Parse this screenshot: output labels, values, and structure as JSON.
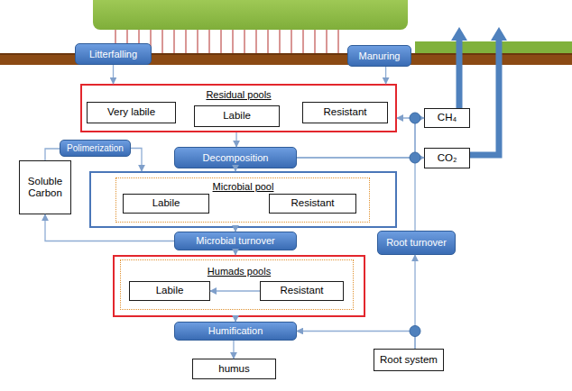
{
  "diagram": {
    "nodes": [
      {
        "text": [
          "Litterfalling"
        ]
      },
      {
        "text": [
          "Manuring"
        ]
      },
      {
        "text": [
          "Residual pools"
        ]
      },
      {
        "text": [
          "Very labile"
        ],
        "in": 2
      },
      {
        "text": [
          "Labile"
        ],
        "in": 2
      },
      {
        "text": [
          "Resistant"
        ],
        "in": 2
      },
      {
        "text": [
          "CH₄"
        ]
      },
      {
        "text": [
          "Polimerization"
        ]
      },
      {
        "text": [
          "Decomposition"
        ]
      },
      {
        "text": [
          "CO₂"
        ]
      },
      {
        "text": [
          "Soluble Carbon"
        ]
      },
      {
        "text": [
          "Microbial pool"
        ]
      },
      {
        "text": [
          "Labile"
        ],
        "in": 11
      },
      {
        "text": [
          "Resistant"
        ],
        "in": 11
      },
      {
        "text": [
          "Microbial turnover"
        ]
      },
      {
        "text": [
          "Root turnover"
        ]
      },
      {
        "text": [
          "Humads pools"
        ]
      },
      {
        "text": [
          "Labile"
        ],
        "in": 16
      },
      {
        "text": [
          "Resistant"
        ],
        "in": 16
      },
      {
        "text": [
          "Humification"
        ]
      },
      {
        "text": [
          "Root system"
        ]
      },
      {
        "text": [
          "humus"
        ]
      }
    ],
    "edges": [
      {
        "from": 0,
        "to": 2,
        "arrow": "to"
      },
      {
        "from": 1,
        "to": 2,
        "arrow": "to"
      },
      {
        "from": 2,
        "to": 8,
        "arrow": "to"
      },
      {
        "from": 8,
        "to": 11,
        "arrow": "to"
      },
      {
        "from": 8,
        "to": 9,
        "arrow": "to"
      },
      {
        "from": 8,
        "to": 6,
        "arrow": "to"
      },
      {
        "from": 10,
        "to": 7,
        "arrow": "none"
      },
      {
        "from": 7,
        "to": 11,
        "arrow": "to"
      },
      {
        "from": 11,
        "to": 14,
        "arrow": "to"
      },
      {
        "from": 14,
        "to": 16,
        "arrow": "to"
      },
      {
        "from": 14,
        "to": 10,
        "arrow": "to"
      },
      {
        "from": 18,
        "to": 17,
        "arrow": "to"
      },
      {
        "from": 16,
        "to": 19,
        "arrow": "to"
      },
      {
        "from": 19,
        "to": 21,
        "arrow": "to"
      },
      {
        "from": 20,
        "to": 15,
        "arrow": "to"
      },
      {
        "from": 15,
        "to": 2,
        "arrow": "to"
      },
      {
        "from": 20,
        "to": 19,
        "arrow": "to"
      }
    ]
  }
}
